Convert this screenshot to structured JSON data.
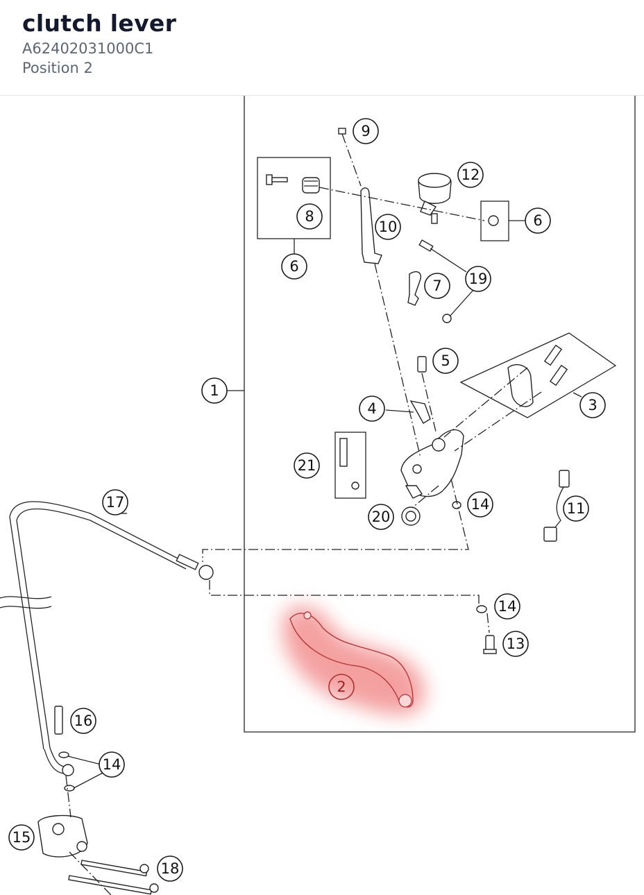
{
  "header": {
    "title": "clutch lever",
    "part_code": "A62402031000C1",
    "position": "Position 2"
  },
  "colors": {
    "highlight": "#f4a0a0",
    "ink": "#222222",
    "title": "#141a2e",
    "subtitle": "#5b6573"
  },
  "callouts": [
    {
      "id": "c9",
      "label": "9"
    },
    {
      "id": "c12",
      "label": "12"
    },
    {
      "id": "c8",
      "label": "8"
    },
    {
      "id": "c6a",
      "label": "6"
    },
    {
      "id": "c6b",
      "label": "6"
    },
    {
      "id": "c10",
      "label": "10"
    },
    {
      "id": "c7",
      "label": "7"
    },
    {
      "id": "c19",
      "label": "19"
    },
    {
      "id": "c5",
      "label": "5"
    },
    {
      "id": "c1",
      "label": "1"
    },
    {
      "id": "c4",
      "label": "4"
    },
    {
      "id": "c3",
      "label": "3"
    },
    {
      "id": "c21",
      "label": "21"
    },
    {
      "id": "c17",
      "label": "17"
    },
    {
      "id": "c14a",
      "label": "14"
    },
    {
      "id": "c11",
      "label": "11"
    },
    {
      "id": "c20",
      "label": "20"
    },
    {
      "id": "c14b",
      "label": "14"
    },
    {
      "id": "c13",
      "label": "13"
    },
    {
      "id": "c2",
      "label": "2",
      "highlighted": true
    },
    {
      "id": "c16",
      "label": "16"
    },
    {
      "id": "c14c",
      "label": "14"
    },
    {
      "id": "c15",
      "label": "15"
    },
    {
      "id": "c18",
      "label": "18"
    }
  ]
}
